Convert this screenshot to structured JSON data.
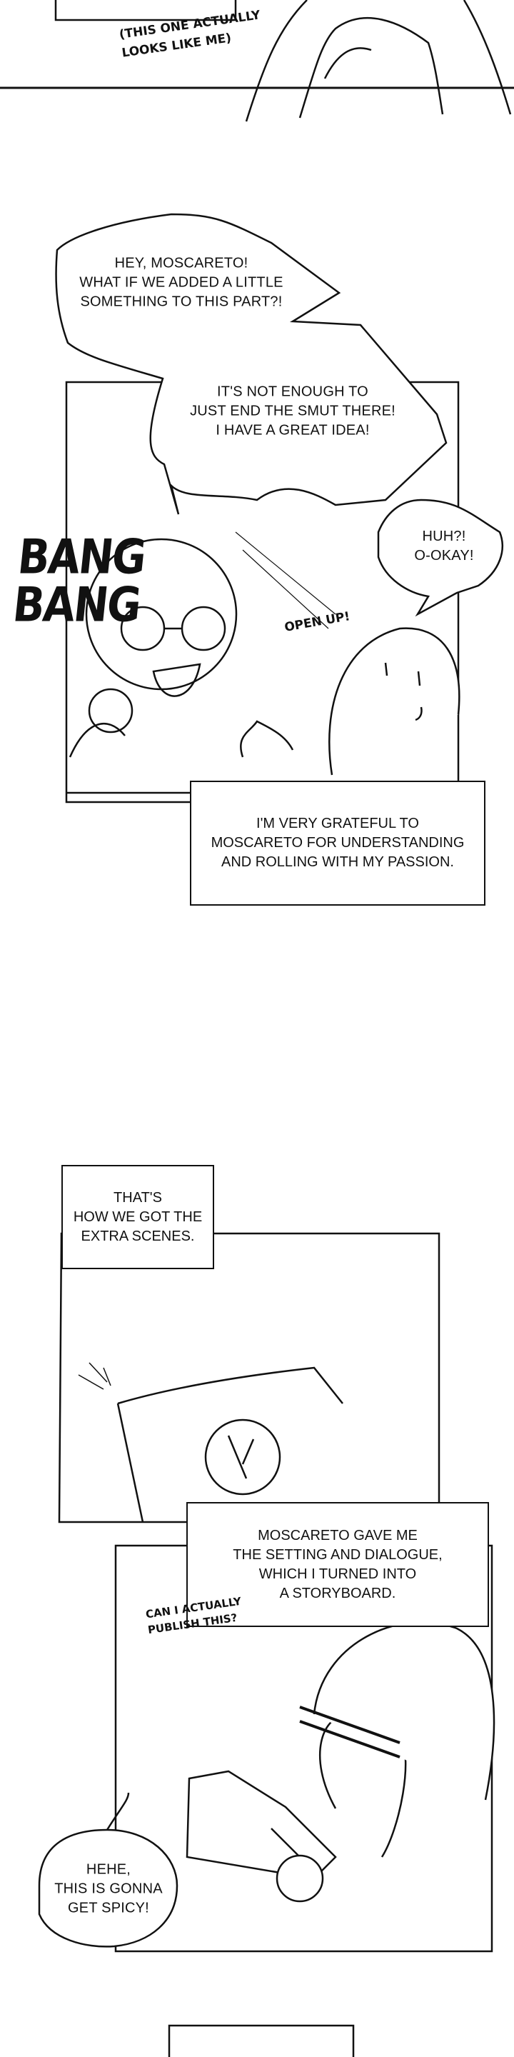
{
  "top": {
    "note": "(THIS ONE ACTUALLY\nLOOKS LIKE ME)"
  },
  "scene1": {
    "bubble1": "HEY, MOSCARETO!\nWHAT IF WE ADDED A LITTLE\nSOMETHING TO THIS PART?!",
    "bubble2": "IT'S NOT ENOUGH TO\nJUST END THE SMUT THERE!\nI HAVE A GREAT IDEA!",
    "bubble3": "HUH?!\nO-OKAY!",
    "sfx_bang": "BANG\nBANG",
    "sfx_open": "OPEN UP!",
    "caption": "I'M VERY GRATEFUL TO\nMOSCARETO FOR UNDERSTANDING\nAND ROLLING WITH MY PASSION."
  },
  "scene2": {
    "caption1": "THAT'S\nHOW WE GOT THE\nEXTRA SCENES.",
    "caption2": "MOSCARETO GAVE ME\nTHE SETTING AND DIALOGUE,\nWHICH I TURNED INTO\nA STORYBOARD.",
    "note": "CAN I ACTUALLY\nPUBLISH THIS?",
    "bubble": "HEHE,\nTHIS IS GONNA\nGET SPICY!"
  }
}
